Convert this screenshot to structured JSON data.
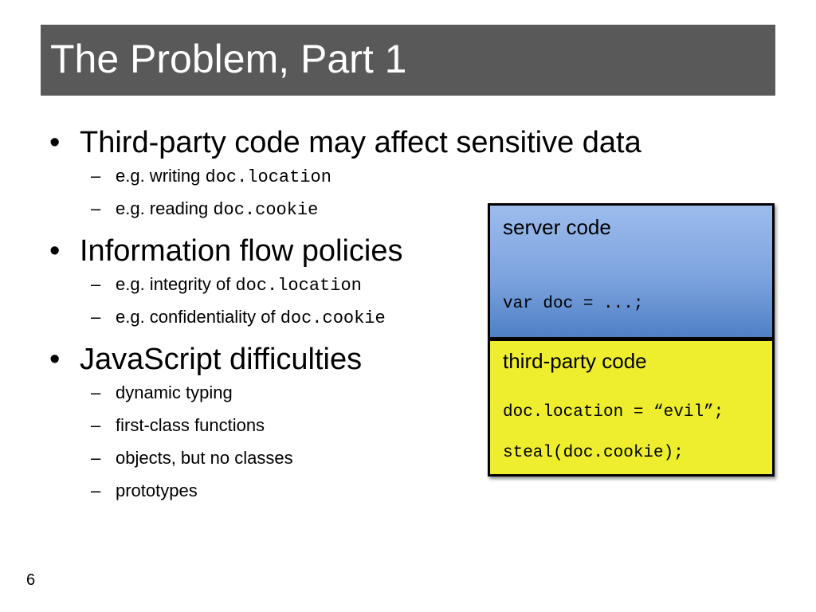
{
  "title": "The Problem, Part 1",
  "bullets": [
    {
      "text": "Third-party code may affect sensitive data",
      "sub": [
        {
          "prefix": "e.g. writing ",
          "code": "doc.location"
        },
        {
          "prefix": "e.g. reading ",
          "code": "doc.cookie"
        }
      ]
    },
    {
      "text": "Information flow policies",
      "sub": [
        {
          "prefix": "e.g. integrity of ",
          "code": "doc.location"
        },
        {
          "prefix": "e.g. confidentiality of ",
          "code": "doc.cookie"
        }
      ]
    },
    {
      "text": "JavaScript difficulties",
      "sub": [
        {
          "prefix": "dynamic typing",
          "code": ""
        },
        {
          "prefix": "first-class functions",
          "code": ""
        },
        {
          "prefix": "objects, but no classes",
          "code": ""
        },
        {
          "prefix": "prototypes",
          "code": ""
        }
      ]
    }
  ],
  "bullet_symbol": "•",
  "dash_symbol": "–",
  "server_box": {
    "heading": "server code",
    "code": "var doc = ...;",
    "color": "#7da3de"
  },
  "third_party_box": {
    "heading": "third-party code",
    "code_lines": [
      "doc.location = “evil”;",
      "steal(doc.cookie);"
    ],
    "color": "#eeee2e"
  },
  "title_bar_color": "#595959",
  "slide_number": "6"
}
